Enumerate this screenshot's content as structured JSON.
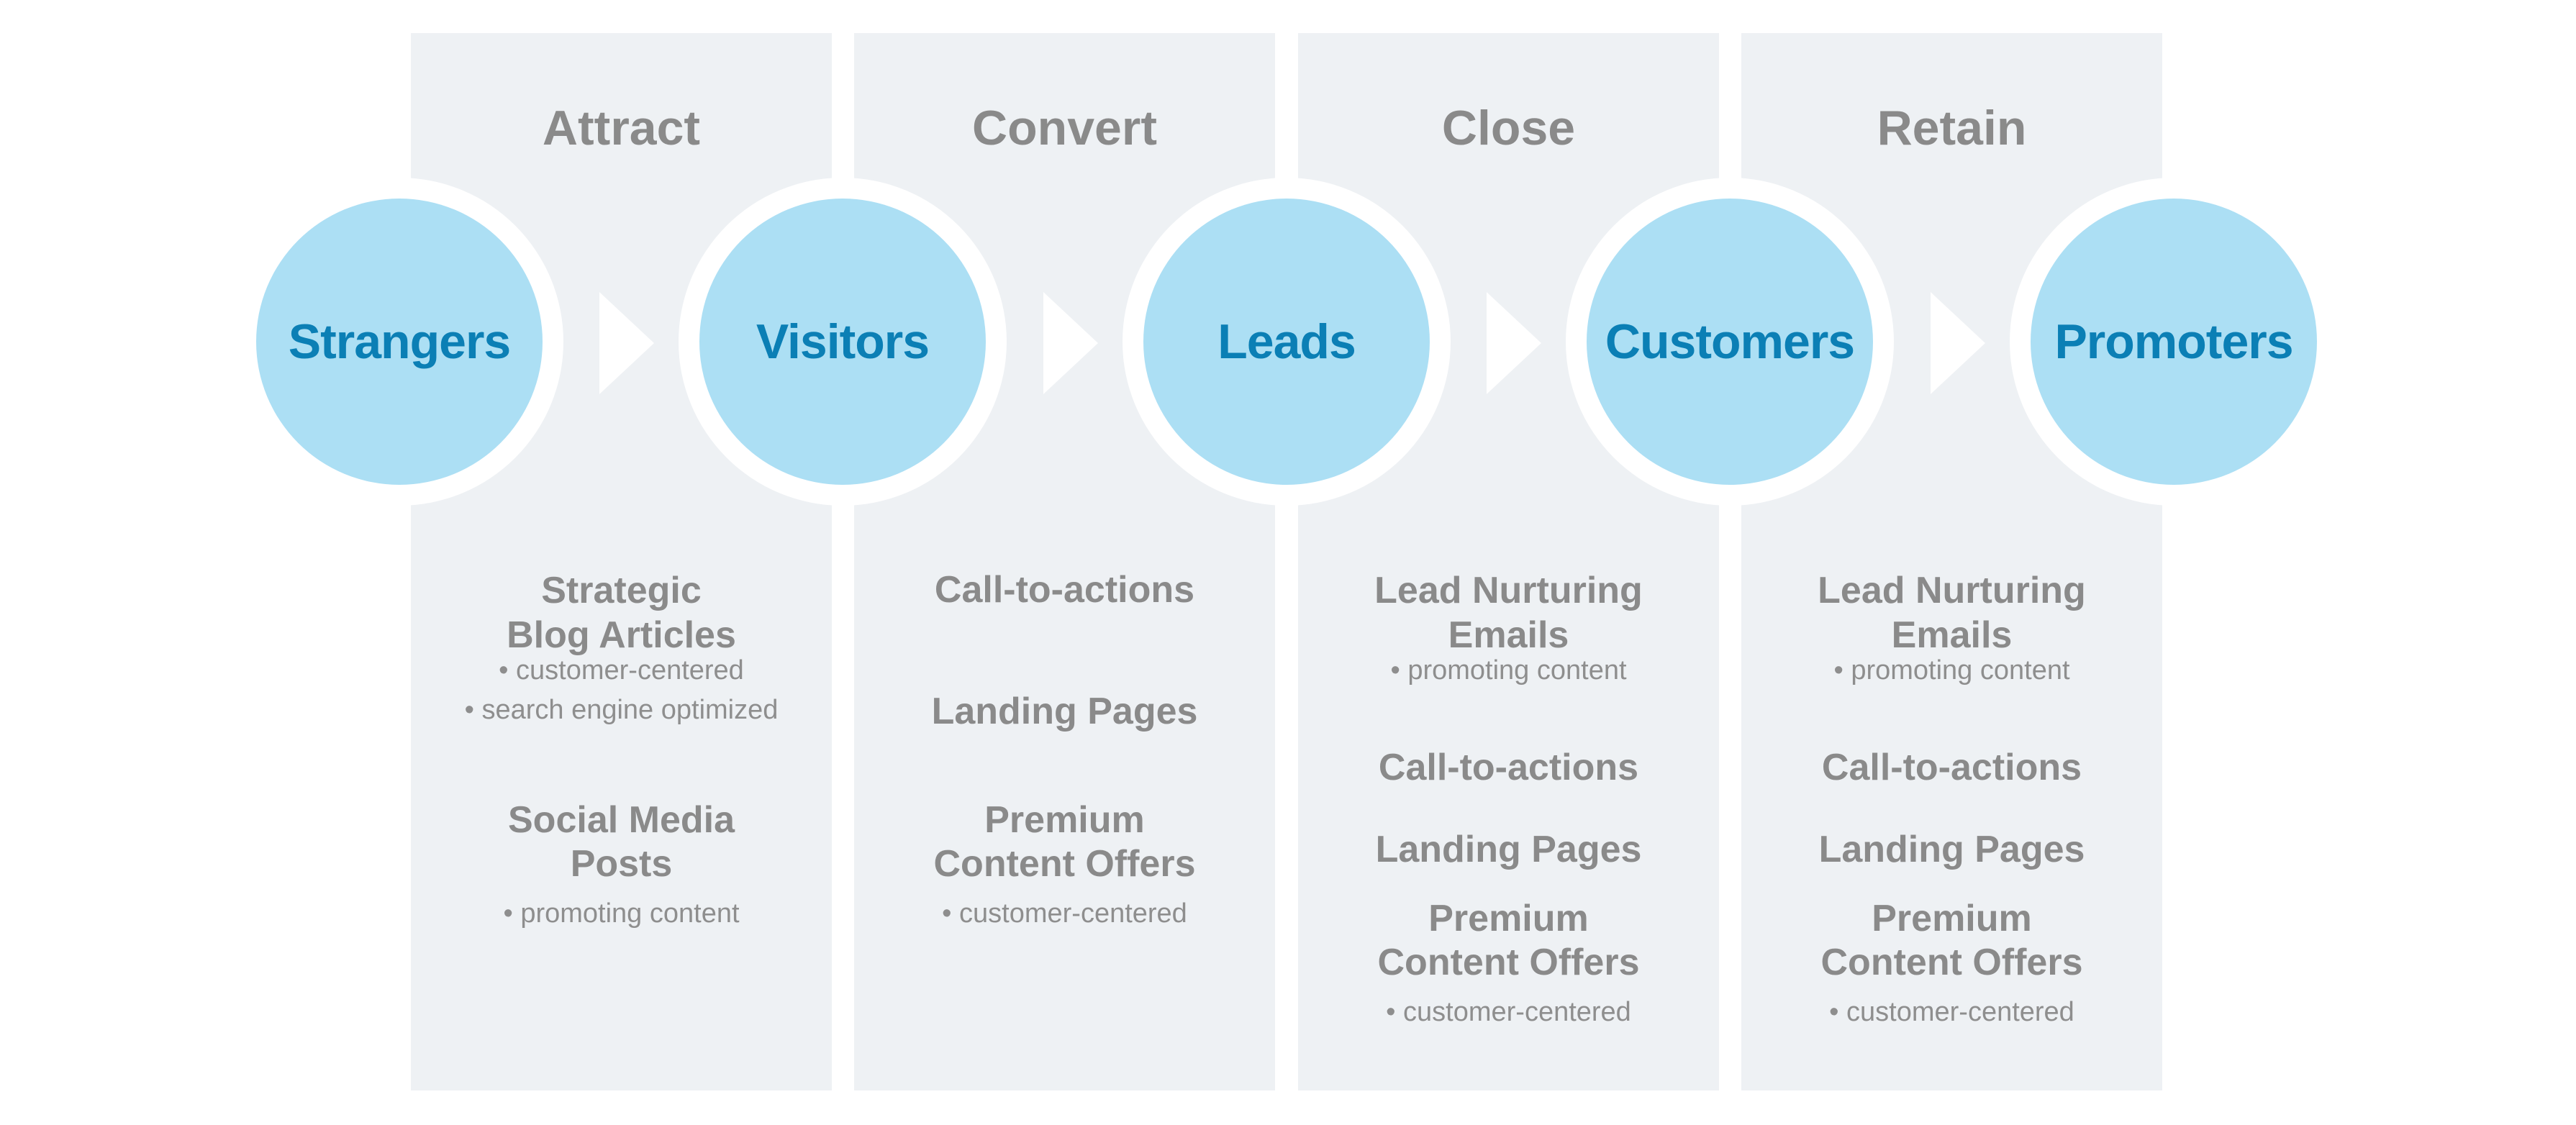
{
  "colors": {
    "panel_bg": "#eef1f4",
    "circle_fill": "#acdff4",
    "circle_text": "#0b7fb5",
    "gray_text": "#8a8a8a"
  },
  "stages": [
    {
      "title": "Attract"
    },
    {
      "title": "Convert"
    },
    {
      "title": "Close"
    },
    {
      "title": "Retain"
    }
  ],
  "personas": [
    "Strangers",
    "Visitors",
    "Leads",
    "Customers",
    "Promoters"
  ],
  "columns": [
    {
      "items": [
        {
          "title_lines": [
            "Strategic",
            "Blog Articles"
          ],
          "bullets": [
            "• customer-centered",
            "• search engine optimized"
          ]
        },
        {
          "title_lines": [
            "Social Media",
            "Posts"
          ],
          "bullets": [
            "• promoting content"
          ]
        }
      ]
    },
    {
      "items": [
        {
          "title_lines": [
            "Call-to-actions"
          ],
          "bullets": []
        },
        {
          "title_lines": [
            "Landing Pages"
          ],
          "bullets": []
        },
        {
          "title_lines": [
            "Premium",
            "Content Offers"
          ],
          "bullets": [
            "• customer-centered"
          ]
        }
      ]
    },
    {
      "items": [
        {
          "title_lines": [
            "Lead Nurturing",
            "Emails"
          ],
          "bullets": [
            "• promoting content"
          ]
        },
        {
          "title_lines": [
            "Call-to-actions"
          ],
          "bullets": []
        },
        {
          "title_lines": [
            "Landing Pages"
          ],
          "bullets": []
        },
        {
          "title_lines": [
            "Premium",
            "Content Offers"
          ],
          "bullets": [
            "• customer-centered"
          ]
        }
      ]
    },
    {
      "items": [
        {
          "title_lines": [
            "Lead Nurturing",
            "Emails"
          ],
          "bullets": [
            "• promoting content"
          ]
        },
        {
          "title_lines": [
            "Call-to-actions"
          ],
          "bullets": []
        },
        {
          "title_lines": [
            "Landing Pages"
          ],
          "bullets": []
        },
        {
          "title_lines": [
            "Premium",
            "Content Offers"
          ],
          "bullets": [
            "• customer-centered"
          ]
        }
      ]
    }
  ]
}
